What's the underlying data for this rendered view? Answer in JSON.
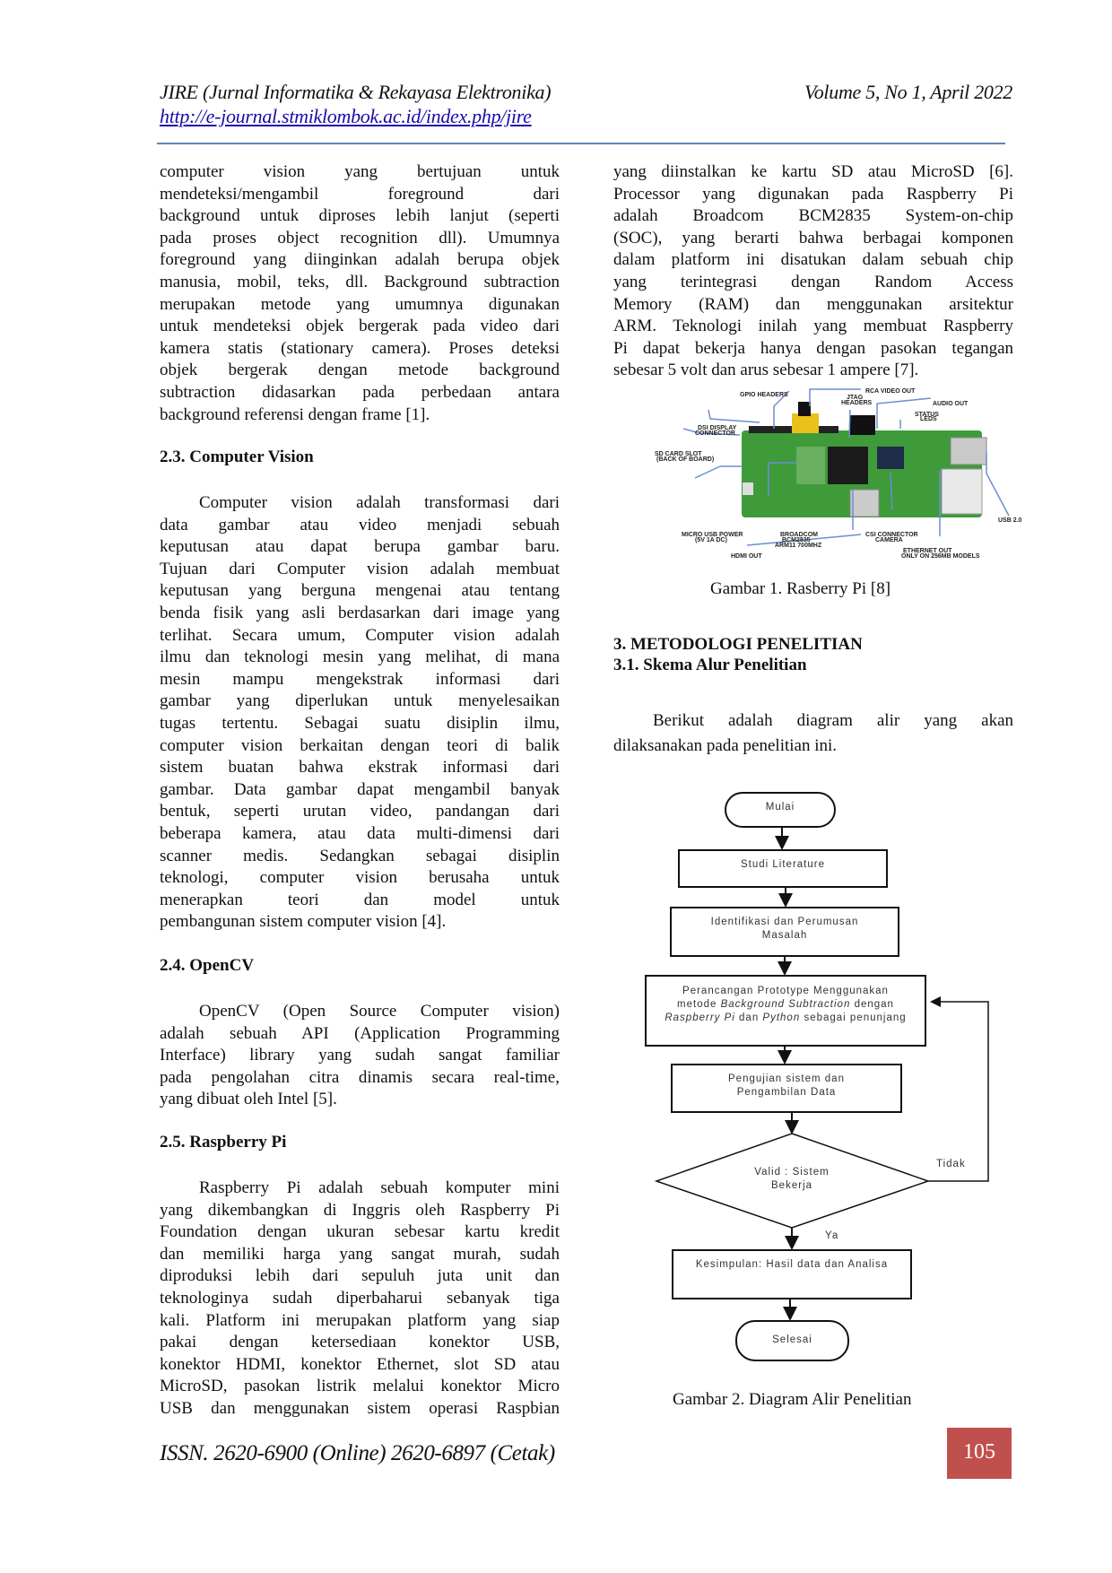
{
  "header": {
    "journal": "JIRE (Jurnal Informatika & Rekayasa Elektronika)",
    "url": "http://e-journal.stmiklombok.ac.id/index.php/jire",
    "volume": "Volume 5, No 1, April 2022"
  },
  "left": {
    "p1": [
      "computer vision yang bertujuan untuk",
      "mendeteksi/mengambil foreground dari",
      "background untuk diproses lebih lanjut (seperti",
      "pada proses object recognition dll). Umumnya",
      "foreground yang diinginkan adalah berupa objek",
      "manusia, mobil, teks, dll. Background subtraction",
      "merupakan metode yang umumnya digunakan",
      "untuk mendeteksi objek bergerak pada video dari",
      "kamera statis (stationary camera). Proses deteksi",
      "objek bergerak dengan metode background",
      "subtraction didasarkan pada perbedaan antara",
      "background referensi dengan frame [1]."
    ],
    "h23": "2.3. Computer Vision",
    "p23": [
      "Computer vision adalah transformasi dari",
      "data gambar atau video menjadi sebuah",
      "keputusan atau dapat berupa gambar baru.",
      "Tujuan dari Computer vision adalah membuat",
      "keputusan yang berguna mengenai atau tentang",
      "benda fisik yang asli berdasarkan dari image yang",
      "terlihat. Secara umum, Computer vision adalah",
      "ilmu dan teknologi mesin yang melihat, di mana",
      "mesin mampu mengekstrak informasi dari",
      "gambar yang diperlukan untuk menyelesaikan",
      "tugas tertentu. Sebagai suatu disiplin ilmu,",
      "computer vision berkaitan dengan teori di balik",
      "sistem buatan bahwa ekstrak informasi dari",
      "gambar. Data gambar dapat mengambil banyak",
      "bentuk, seperti urutan video, pandangan dari",
      "beberapa kamera, atau data multi-dimensi dari",
      "scanner medis. Sedangkan sebagai disiplin",
      "teknologi, computer vision berusaha untuk",
      "menerapkan teori dan model untuk",
      "pembangunan sistem computer vision [4]."
    ],
    "h24": "2.4. OpenCV",
    "p24": [
      "OpenCV (Open Source Computer vision)",
      "adalah sebuah API (Application Programming",
      "Interface) library yang sudah sangat familiar",
      "pada pengolahan citra dinamis secara real-time,",
      "yang dibuat oleh Intel [5]."
    ],
    "h25": "2.5. Raspberry Pi",
    "p25": [
      "Raspberry Pi adalah sebuah komputer mini",
      "yang dikembangkan di Inggris oleh Raspberry Pi",
      "Foundation dengan ukuran sebesar kartu kredit",
      "dan memiliki harga yang sangat murah, sudah",
      "diproduksi lebih dari sepuluh juta unit dan",
      "teknologinya sudah diperbaharui sebanyak tiga",
      "kali. Platform ini merupakan platform yang siap",
      "pakai dengan ketersediaan konektor USB,",
      "konektor HDMI, konektor Ethernet, slot SD atau",
      "MicroSD, pasokan listrik melalui konektor Micro",
      "USB dan menggunakan sistem operasi Raspbian"
    ]
  },
  "right": {
    "p1": [
      "yang diinstalkan ke kartu SD atau MicroSD [6].",
      "Processor yang digunakan pada Raspberry Pi",
      "adalah Broadcom BCM2835 System-on-chip",
      "(SOC), yang berarti bahwa berbagai komponen",
      "dalam platform ini disatukan dalam sebuah chip",
      "yang terintegrasi dengan Random Access",
      "Memory (RAM) dan menggunakan arsitektur",
      "ARM. Teknologi inilah yang membuat Raspberry",
      "Pi dapat bekerja hanya dengan pasokan tegangan",
      "sebesar 5 volt dan arus sebesar 1 ampere [7]."
    ],
    "fig1": {
      "caption": "Gambar 1. Rasberry Pi [8]",
      "labels": {
        "gpio": "GPIO HEADERS",
        "rca": "RCA VIDEO OUT",
        "jtag1": "JTAG",
        "jtag2": "HEADERS",
        "audio": "AUDIO OUT",
        "status1": "STATUS",
        "status2": "LEDS",
        "dsi1": "DSI DISPLAY",
        "dsi2": "CONNECTOR",
        "sd1": "SD CARD SLOT",
        "sd2": "(BACK OF BOARD)",
        "usbp1": "MICRO USB POWER",
        "usbp2": "(5V 1A DC)",
        "bc1": "BROADCOM",
        "bc2": "BCM2835",
        "bc3": "ARM11 700MHZ",
        "csi1": "CSI CONNECTOR",
        "csi2": "CAMERA",
        "hdmi": "HDMI OUT",
        "eth1": "ETHERNET OUT",
        "eth2": "ONLY ON 256MB MODELS",
        "usb": "USB 2.0"
      }
    },
    "h3": "3.  METODOLOGI PENELITIAN",
    "h31": "3.1. Skema Alur Penelitian",
    "p31": [
      "Berikut adalah diagram alir yang akan",
      "dilaksanakan pada penelitian ini."
    ],
    "flow": {
      "start": "Mulai",
      "s1": "Studi Literature",
      "s2": "Identifikasi dan Perumusan Masalah",
      "s3a": "Perancangan Prototype Menggunakan",
      "s3b": "metode",
      "s3c": "Background Subtraction",
      "s3d": "dengan",
      "s3e": "Raspberry Pi",
      "s3f": "dan",
      "s3g": "Python",
      "s3h": "sebagai penunjang",
      "s4": "Pengujian sistem dan Pengambilan Data",
      "decision": "Valid : Sistem Bekerja",
      "no": "Tidak",
      "yes": "Ya",
      "s5": "Kesimpulan: Hasil data dan Analisa",
      "end": "Selesai"
    },
    "fig2_caption": "Gambar 2. Diagram Alir Penelitian"
  },
  "footer": {
    "issn": "ISSN. 2620-6900 (Online) 2620-6897 (Cetak)",
    "page": "105"
  },
  "colors": {
    "rule": "#5b85b8",
    "page_box": "#c0504d",
    "board": "#3f9a3a"
  }
}
